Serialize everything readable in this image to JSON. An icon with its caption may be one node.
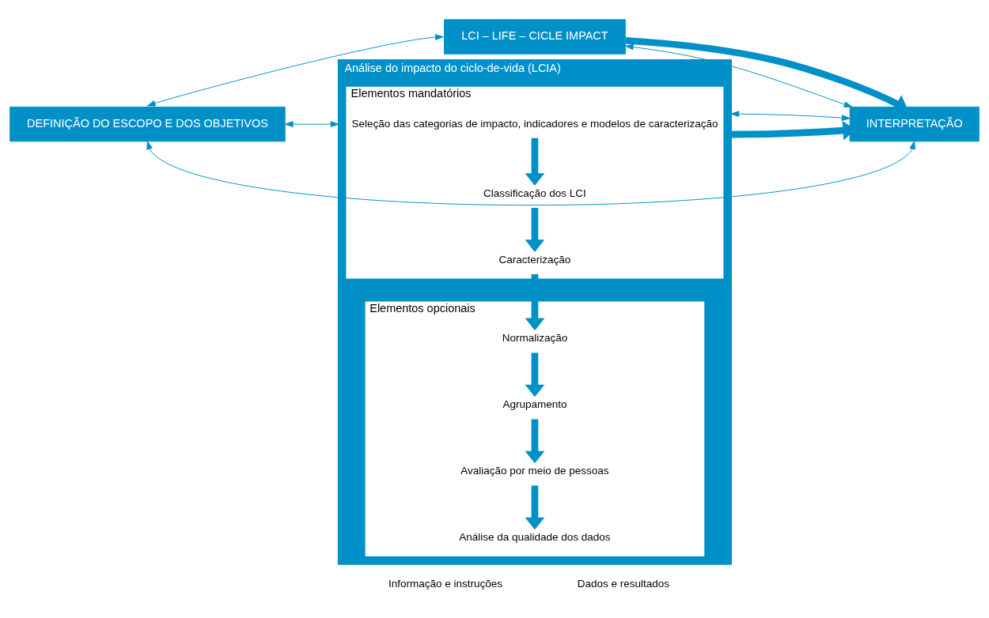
{
  "diagram": {
    "nodes": [
      {
        "text": [
          "DEFINIÇÃO DO ESCOPO E DOS OBJETIVOS"
        ]
      },
      {
        "text": [
          "LCI – LIFE – CICLE IMPACT"
        ]
      },
      {
        "text": [
          "Análise do impacto do ciclo-de-vida (LCIA)"
        ]
      },
      {
        "text": [
          "Elementos mandatórios"
        ],
        "in": 2
      },
      {
        "text": [
          "Seleção das categorias de impacto, indicadores e modelos de caracterização"
        ],
        "in": 3
      },
      {
        "text": [
          "Classificação dos LCI"
        ],
        "in": 3
      },
      {
        "text": [
          "Caracterização"
        ],
        "in": 3
      },
      {
        "text": [
          "Elementos opcionais"
        ],
        "in": 2
      },
      {
        "text": [
          "Normalização"
        ],
        "in": 7
      },
      {
        "text": [
          "Agrupamento"
        ],
        "in": 7
      },
      {
        "text": [
          "Avaliação por meio de pessoas"
        ],
        "in": 7
      },
      {
        "text": [
          "Análise da qualidade dos dados"
        ],
        "in": 7
      },
      {
        "text": [
          "INTERPRETAÇÃO"
        ]
      }
    ],
    "edges": [
      {
        "from": 0,
        "to": 1,
        "arrow": "both"
      },
      {
        "from": 1,
        "to": 12,
        "arrow": "both"
      },
      {
        "from": 1,
        "to": 12,
        "arrow": "to"
      },
      {
        "from": 0,
        "to": 2,
        "arrow": "both"
      },
      {
        "from": 2,
        "to": 12,
        "arrow": "to"
      },
      {
        "from": 2,
        "to": 12,
        "arrow": "both"
      },
      {
        "from": 4,
        "to": 5,
        "arrow": "to"
      },
      {
        "from": 5,
        "to": 6,
        "arrow": "to"
      },
      {
        "from": 6,
        "to": 8,
        "arrow": "to"
      },
      {
        "from": 8,
        "to": 9,
        "arrow": "to"
      },
      {
        "from": 9,
        "to": 10,
        "arrow": "to"
      },
      {
        "from": 10,
        "to": 11,
        "arrow": "to"
      },
      {
        "from": 0,
        "to": 12,
        "arrow": "both"
      }
    ],
    "legend": [
      {
        "text": "Informação e instruções"
      },
      {
        "text": "Dados e resultados"
      }
    ]
  }
}
